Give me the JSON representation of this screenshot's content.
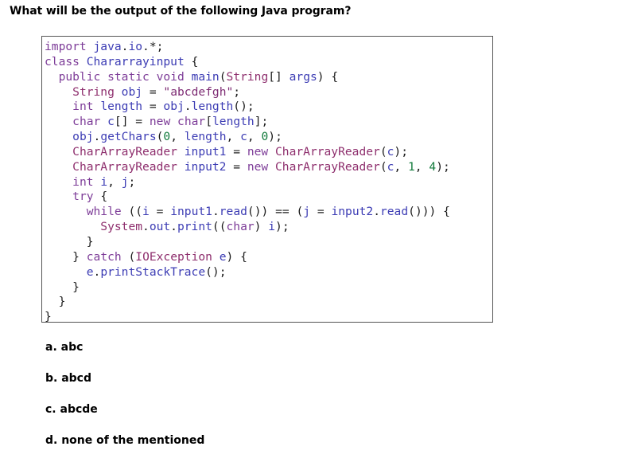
{
  "question": "What will be the output of the following Java program?",
  "code_lines": [
    "import java.io.*;",
    "class Chararrayinput {",
    "  public static void main(String[] args) {",
    "    String obj = \"abcdefgh\";",
    "    int length = obj.length();",
    "    char c[] = new char[length];",
    "    obj.getChars(0, length, c, 0);",
    "    CharArrayReader input1 = new CharArrayReader(c);",
    "    CharArrayReader input2 = new CharArrayReader(c, 1, 4);",
    "    int i, j;",
    "    try {",
    "      while ((i = input1.read()) == (j = input2.read())) {",
    "        System.out.print((char) i);",
    "      }",
    "    } catch (IOException e) {",
    "      e.printStackTrace();",
    "    }",
    "  }",
    "}"
  ],
  "options": {
    "a": "a. abc",
    "b": "b. abcd",
    "c": "c. abcde",
    "d": "d. none of the mentioned"
  },
  "colors": {
    "keyword": "#7d3c98",
    "identifier": "#3c3cb4",
    "string": "#7d2b73",
    "number": "#117a3b",
    "border": "#555555"
  }
}
